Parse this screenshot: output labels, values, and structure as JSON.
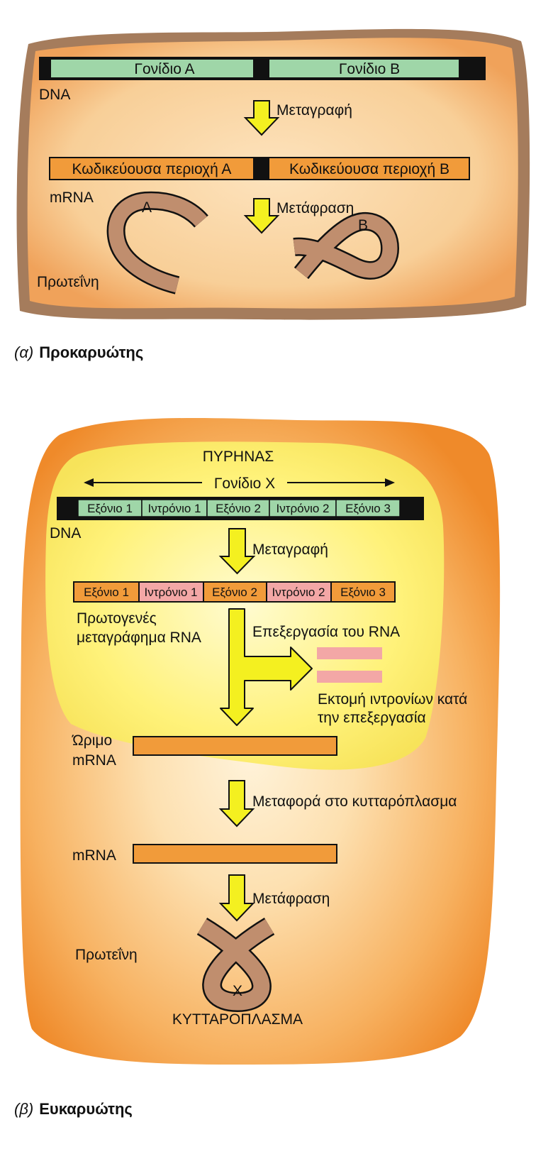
{
  "colors": {
    "cell_fill": "#f6c48a",
    "cell_edge": "#a97f5e",
    "euk_cell": "#f39a3c",
    "nucleus": "#fff275",
    "gene_green": "#9fd6a8",
    "coding_orange": "#f19b3a",
    "intron_pink": "#f3a7a6",
    "protein_brown": "#c08e6e",
    "arrow_yellow": "#f4f020"
  },
  "prokaryote": {
    "gene_a": "Γονίδιο Α",
    "gene_b": "Γονίδιο Β",
    "dna": "DNA",
    "transcription": "Μεταγραφή",
    "coding_a": "Κωδικεύουσα περιοχή Α",
    "coding_b": "Κωδικεύουσα περιοχή Β",
    "mrna": "mRNA",
    "translation": "Μετάφραση",
    "protein_a": "Α",
    "protein_b": "Β",
    "protein": "Πρωτεΐνη",
    "caption_letter": "(α)",
    "caption": "Προκαρυώτης"
  },
  "eukaryote": {
    "nucleus": "ΠΥΡΗΝΑΣ",
    "gene_x": "Γονίδιο Χ",
    "dna_segments": [
      "Εξόνιο 1",
      "Ιντρόνιο 1",
      "Εξόνιο 2",
      "Ιντρόνιο 2",
      "Εξόνιο 3"
    ],
    "dna": "DNA",
    "transcription": "Μεταγραφή",
    "rna_segments": [
      "Εξόνιο 1",
      "Ιντρόνιο 1",
      "Εξόνιο 2",
      "Ιντρόνιο 2",
      "Εξόνιο 3"
    ],
    "primary_line1": "Πρωτογενές",
    "primary_line2": "μεταγράφημα RNA",
    "processing": "Επεξεργασία του RNA",
    "excision_line1": "Εκτομή ιντρονίων κατά",
    "excision_line2": "την επεξεργασία",
    "mature_line1": "Ώριμο",
    "mature_line2": "mRNA",
    "transport": "Μεταφορά στο κυτταρόπλασμα",
    "mrna": "mRNA",
    "translation": "Μετάφραση",
    "protein": "Πρωτεΐνη",
    "protein_x": "Χ",
    "cytoplasm": "ΚΥΤΤΑΡΟΠΛΑΣΜΑ",
    "caption_letter": "(β)",
    "caption": "Ευκαρυώτης"
  }
}
